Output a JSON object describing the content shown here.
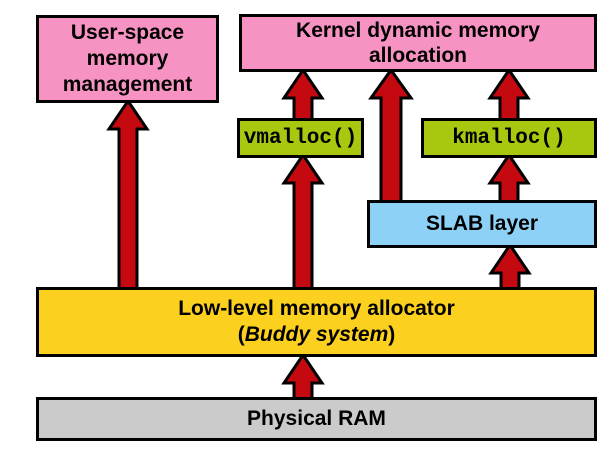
{
  "palette": {
    "box_pink": "#f693c3",
    "box_green": "#a7c80e",
    "box_blue": "#8ed1f7",
    "box_yellow": "#fbd01e",
    "box_gray": "#cbcbcb",
    "arrow_red": "#c40a10",
    "outline_black": "#000000"
  },
  "boxes": {
    "user_space": {
      "lines": [
        "User-space",
        "memory",
        "management"
      ]
    },
    "kernel": {
      "lines": [
        "Kernel dynamic memory",
        "allocation"
      ]
    },
    "vmalloc": {
      "label": "vmalloc()"
    },
    "kmalloc": {
      "label": "kmalloc()"
    },
    "slab": {
      "label": "SLAB layer"
    },
    "buddy": {
      "line1": "Low-level memory allocator",
      "line2_open": "(",
      "line2_italic": "Buddy system",
      "line2_close": ")"
    },
    "ram": {
      "label": "Physical RAM"
    }
  },
  "arrows": [
    {
      "from": "buddy",
      "to": "user_space"
    },
    {
      "from": "buddy",
      "to": "vmalloc"
    },
    {
      "from": "vmalloc",
      "to": "kernel"
    },
    {
      "from": "slab",
      "to": "kernel"
    },
    {
      "from": "slab",
      "to": "kmalloc"
    },
    {
      "from": "kmalloc",
      "to": "kernel"
    },
    {
      "from": "buddy",
      "to": "slab"
    },
    {
      "from": "ram",
      "to": "buddy"
    }
  ]
}
